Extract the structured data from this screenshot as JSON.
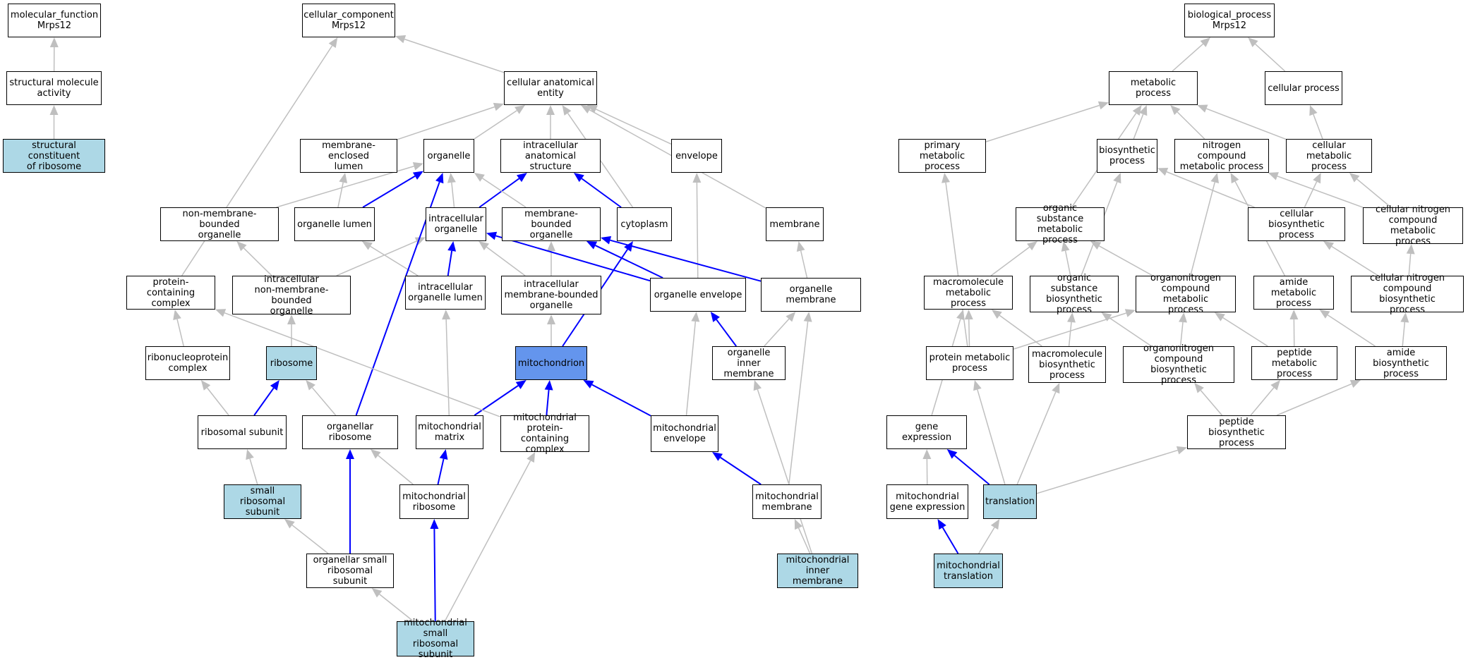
{
  "colors": {
    "edge_default": "#bfbfbf",
    "edge_highlight": "#0000ff",
    "node_default": "#ffffff",
    "node_annotated": "#add8e6",
    "node_focus": "#6495ed"
  },
  "nodes": {
    "mf": {
      "label": "molecular_function\nMrps12",
      "style": "plain"
    },
    "sma": {
      "label": "structural molecule\nactivity",
      "style": "plain"
    },
    "scr": {
      "label": "structural constituent\nof ribosome",
      "style": "annotated"
    },
    "cc": {
      "label": "cellular_component\nMrps12",
      "style": "plain"
    },
    "cae": {
      "label": "cellular anatomical\nentity",
      "style": "plain"
    },
    "mel": {
      "label": "membrane-enclosed\nlumen",
      "style": "plain"
    },
    "org": {
      "label": "organelle",
      "style": "plain"
    },
    "ias": {
      "label": "intracellular\nanatomical structure",
      "style": "plain"
    },
    "env": {
      "label": "envelope",
      "style": "plain"
    },
    "nmbo": {
      "label": "non-membrane-bounded\norganelle",
      "style": "plain"
    },
    "orgl": {
      "label": "organelle lumen",
      "style": "plain"
    },
    "io": {
      "label": "intracellular\norganelle",
      "style": "plain"
    },
    "mbo": {
      "label": "membrane-bounded\norganelle",
      "style": "plain"
    },
    "cyto": {
      "label": "cytoplasm",
      "style": "plain"
    },
    "mem": {
      "label": "membrane",
      "style": "plain"
    },
    "pcc": {
      "label": "protein-containing\ncomplex",
      "style": "plain"
    },
    "inmbo": {
      "label": "intracellular\nnon-membrane-bounded\norganelle",
      "style": "plain"
    },
    "iol": {
      "label": "intracellular\norganelle lumen",
      "style": "plain"
    },
    "imbo": {
      "label": "intracellular\nmembrane-bounded\norganelle",
      "style": "plain"
    },
    "oenv": {
      "label": "organelle envelope",
      "style": "plain"
    },
    "omem": {
      "label": "organelle membrane",
      "style": "plain"
    },
    "rnp": {
      "label": "ribonucleoprotein\ncomplex",
      "style": "plain"
    },
    "ribo": {
      "label": "ribosome",
      "style": "annotated"
    },
    "mito": {
      "label": "mitochondrion",
      "style": "focus"
    },
    "oim": {
      "label": "organelle inner\nmembrane",
      "style": "plain"
    },
    "rsu": {
      "label": "ribosomal subunit",
      "style": "plain"
    },
    "oribo": {
      "label": "organellar ribosome",
      "style": "plain"
    },
    "mmat": {
      "label": "mitochondrial\nmatrix",
      "style": "plain"
    },
    "mpcc": {
      "label": "mitochondrial\nprotein-containing\ncomplex",
      "style": "plain"
    },
    "menv": {
      "label": "mitochondrial\nenvelope",
      "style": "plain"
    },
    "ssu": {
      "label": "small ribosomal\nsubunit",
      "style": "annotated"
    },
    "mribo": {
      "label": "mitochondrial\nribosome",
      "style": "plain"
    },
    "mmem": {
      "label": "mitochondrial\nmembrane",
      "style": "plain"
    },
    "ossu": {
      "label": "organellar small\nribosomal subunit",
      "style": "plain"
    },
    "mim": {
      "label": "mitochondrial\ninner membrane",
      "style": "annotated"
    },
    "mssu": {
      "label": "mitochondrial\nsmall ribosomal\nsubunit",
      "style": "annotated"
    },
    "bp": {
      "label": "biological_process\nMrps12",
      "style": "plain"
    },
    "mp": {
      "label": "metabolic process",
      "style": "plain"
    },
    "cp": {
      "label": "cellular process",
      "style": "plain"
    },
    "pmp": {
      "label": "primary metabolic\nprocess",
      "style": "plain"
    },
    "bsp": {
      "label": "biosynthetic\nprocess",
      "style": "plain"
    },
    "ncmp": {
      "label": "nitrogen compound\nmetabolic process",
      "style": "plain"
    },
    "cmp": {
      "label": "cellular metabolic\nprocess",
      "style": "plain"
    },
    "osmp": {
      "label": "organic substance\nmetabolic process",
      "style": "plain"
    },
    "cbp": {
      "label": "cellular biosynthetic\nprocess",
      "style": "plain"
    },
    "cncmp": {
      "label": "cellular nitrogen\ncompound metabolic\nprocess",
      "style": "plain"
    },
    "mmp": {
      "label": "macromolecule\nmetabolic process",
      "style": "plain"
    },
    "osbp": {
      "label": "organic substance\nbiosynthetic\nprocess",
      "style": "plain"
    },
    "oncmp": {
      "label": "organonitrogen\ncompound metabolic\nprocess",
      "style": "plain"
    },
    "amp": {
      "label": "amide metabolic\nprocess",
      "style": "plain"
    },
    "cncbp": {
      "label": "cellular nitrogen\ncompound biosynthetic\nprocess",
      "style": "plain"
    },
    "prmp": {
      "label": "protein metabolic\nprocess",
      "style": "plain"
    },
    "mbp": {
      "label": "macromolecule\nbiosynthetic\nprocess",
      "style": "plain"
    },
    "oncbp": {
      "label": "organonitrogen\ncompound biosynthetic\nprocess",
      "style": "plain"
    },
    "pepmp": {
      "label": "peptide metabolic\nprocess",
      "style": "plain"
    },
    "abp": {
      "label": "amide biosynthetic\nprocess",
      "style": "plain"
    },
    "ge": {
      "label": "gene expression",
      "style": "plain"
    },
    "pepbp": {
      "label": "peptide biosynthetic\nprocess",
      "style": "plain"
    },
    "mge": {
      "label": "mitochondrial\ngene expression",
      "style": "plain"
    },
    "trans": {
      "label": "translation",
      "style": "annotated"
    },
    "mtrans": {
      "label": "mitochondrial\ntranslation",
      "style": "annotated"
    }
  },
  "edges": [
    [
      "sma",
      "mf",
      "is_a"
    ],
    [
      "scr",
      "sma",
      "is_a"
    ],
    [
      "cae",
      "cc",
      "is_a"
    ],
    [
      "pcc",
      "cc",
      "is_a"
    ],
    [
      "mel",
      "cae",
      "is_a"
    ],
    [
      "org",
      "cae",
      "is_a"
    ],
    [
      "ias",
      "cae",
      "is_a"
    ],
    [
      "env",
      "cae",
      "is_a"
    ],
    [
      "cyto",
      "cae",
      "is_a"
    ],
    [
      "mem",
      "cae",
      "is_a"
    ],
    [
      "nmbo",
      "org",
      "is_a"
    ],
    [
      "orgl",
      "mel",
      "is_a"
    ],
    [
      "orgl",
      "org",
      "part_of"
    ],
    [
      "io",
      "org",
      "is_a"
    ],
    [
      "io",
      "ias",
      "part_of"
    ],
    [
      "mbo",
      "org",
      "is_a"
    ],
    [
      "cyto",
      "ias",
      "part_of"
    ],
    [
      "inmbo",
      "nmbo",
      "is_a"
    ],
    [
      "inmbo",
      "io",
      "is_a"
    ],
    [
      "iol",
      "orgl",
      "is_a"
    ],
    [
      "iol",
      "io",
      "part_of"
    ],
    [
      "imbo",
      "io",
      "is_a"
    ],
    [
      "imbo",
      "mbo",
      "is_a"
    ],
    [
      "oenv",
      "env",
      "is_a"
    ],
    [
      "oenv",
      "io",
      "part_of"
    ],
    [
      "oenv",
      "mbo",
      "part_of"
    ],
    [
      "omem",
      "mem",
      "is_a"
    ],
    [
      "omem",
      "mbo",
      "part_of"
    ],
    [
      "rnp",
      "pcc",
      "is_a"
    ],
    [
      "ribo",
      "inmbo",
      "is_a"
    ],
    [
      "mito",
      "imbo",
      "is_a"
    ],
    [
      "mito",
      "cyto",
      "part_of"
    ],
    [
      "oim",
      "omem",
      "is_a"
    ],
    [
      "oim",
      "oenv",
      "part_of"
    ],
    [
      "rsu",
      "rnp",
      "is_a"
    ],
    [
      "rsu",
      "ribo",
      "part_of"
    ],
    [
      "oribo",
      "ribo",
      "is_a"
    ],
    [
      "oribo",
      "org",
      "part_of"
    ],
    [
      "mmat",
      "iol",
      "is_a"
    ],
    [
      "mmat",
      "mito",
      "part_of"
    ],
    [
      "mpcc",
      "pcc",
      "is_a"
    ],
    [
      "mpcc",
      "mito",
      "part_of"
    ],
    [
      "menv",
      "oenv",
      "is_a"
    ],
    [
      "menv",
      "mito",
      "part_of"
    ],
    [
      "ssu",
      "rsu",
      "is_a"
    ],
    [
      "mribo",
      "oribo",
      "is_a"
    ],
    [
      "mribo",
      "mmat",
      "part_of"
    ],
    [
      "mmem",
      "omem",
      "is_a"
    ],
    [
      "mmem",
      "menv",
      "part_of"
    ],
    [
      "ossu",
      "ssu",
      "is_a"
    ],
    [
      "ossu",
      "oribo",
      "part_of"
    ],
    [
      "mim",
      "oim",
      "is_a"
    ],
    [
      "mim",
      "mmem",
      "is_a"
    ],
    [
      "mssu",
      "ossu",
      "is_a"
    ],
    [
      "mssu",
      "mpcc",
      "is_a"
    ],
    [
      "mssu",
      "mribo",
      "part_of"
    ],
    [
      "mp",
      "bp",
      "is_a"
    ],
    [
      "cp",
      "bp",
      "is_a"
    ],
    [
      "pmp",
      "mp",
      "is_a"
    ],
    [
      "bsp",
      "mp",
      "is_a"
    ],
    [
      "ncmp",
      "mp",
      "is_a"
    ],
    [
      "cmp",
      "mp",
      "is_a"
    ],
    [
      "cmp",
      "cp",
      "is_a"
    ],
    [
      "osmp",
      "mp",
      "is_a"
    ],
    [
      "cbp",
      "bsp",
      "is_a"
    ],
    [
      "cbp",
      "cmp",
      "is_a"
    ],
    [
      "cncmp",
      "ncmp",
      "is_a"
    ],
    [
      "cncmp",
      "cmp",
      "is_a"
    ],
    [
      "mmp",
      "osmp",
      "is_a"
    ],
    [
      "osbp",
      "osmp",
      "is_a"
    ],
    [
      "osbp",
      "bsp",
      "is_a"
    ],
    [
      "oncmp",
      "osmp",
      "is_a"
    ],
    [
      "oncmp",
      "ncmp",
      "is_a"
    ],
    [
      "amp",
      "ncmp",
      "is_a"
    ],
    [
      "cncbp",
      "cbp",
      "is_a"
    ],
    [
      "cncbp",
      "cncmp",
      "is_a"
    ],
    [
      "prmp",
      "pmp",
      "is_a"
    ],
    [
      "prmp",
      "mmp",
      "is_a"
    ],
    [
      "prmp",
      "oncmp",
      "is_a"
    ],
    [
      "mbp",
      "mmp",
      "is_a"
    ],
    [
      "mbp",
      "osbp",
      "is_a"
    ],
    [
      "oncbp",
      "osbp",
      "is_a"
    ],
    [
      "oncbp",
      "oncmp",
      "is_a"
    ],
    [
      "pepmp",
      "amp",
      "is_a"
    ],
    [
      "pepmp",
      "oncmp",
      "is_a"
    ],
    [
      "abp",
      "amp",
      "is_a"
    ],
    [
      "abp",
      "cncbp",
      "is_a"
    ],
    [
      "ge",
      "mmp",
      "is_a"
    ],
    [
      "pepbp",
      "oncbp",
      "is_a"
    ],
    [
      "pepbp",
      "pepmp",
      "is_a"
    ],
    [
      "pepbp",
      "abp",
      "is_a"
    ],
    [
      "mge",
      "ge",
      "is_a"
    ],
    [
      "trans",
      "prmp",
      "is_a"
    ],
    [
      "trans",
      "mbp",
      "is_a"
    ],
    [
      "trans",
      "pepbp",
      "is_a"
    ],
    [
      "trans",
      "ge",
      "part_of"
    ],
    [
      "mtrans",
      "trans",
      "is_a"
    ],
    [
      "mtrans",
      "mge",
      "part_of"
    ]
  ]
}
